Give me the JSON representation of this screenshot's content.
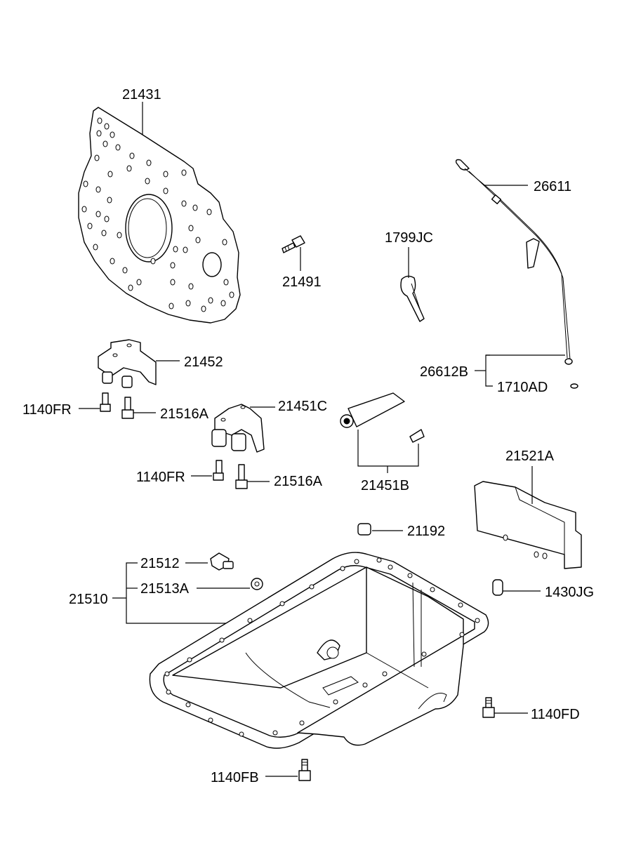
{
  "labels": {
    "p21431": "21431",
    "p26611": "26611",
    "p1799JC": "1799JC",
    "p21491": "21491",
    "p21452": "21452",
    "p26612B": "26612B",
    "p1710AD": "1710AD",
    "p1140FR_a": "1140FR",
    "p21516A_a": "21516A",
    "p21451C": "21451C",
    "p21521A": "21521A",
    "p1140FR_b": "1140FR",
    "p21516A_b": "21516A",
    "p21451B": "21451B",
    "p21192": "21192",
    "p21512": "21512",
    "p21513A": "21513A",
    "p21510": "21510",
    "p1430JG": "1430JG",
    "p1140FD": "1140FD",
    "p1140FB": "1140FB"
  }
}
